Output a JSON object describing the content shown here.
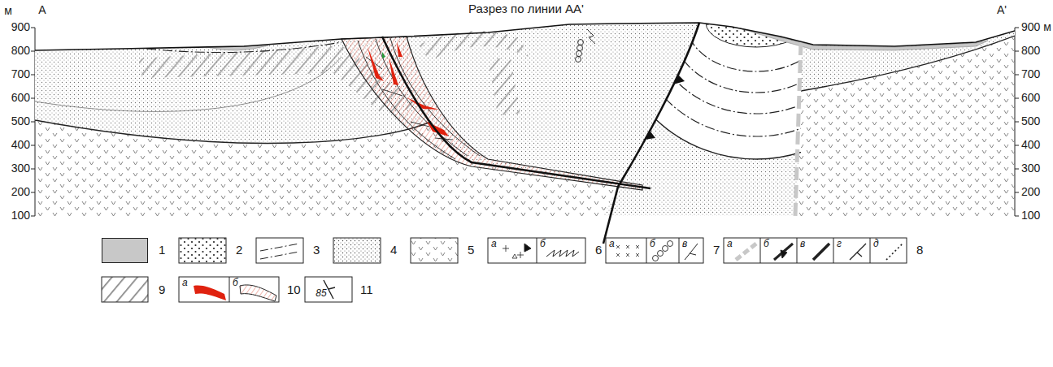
{
  "diagram": {
    "title": "Разрез по линии АА'",
    "labels": [
      "А",
      "А'",
      "м",
      "900",
      "800",
      "700",
      "600",
      "500",
      "400",
      "300",
      "200",
      "100",
      "900 м",
      "800",
      "700",
      "600",
      "500",
      "400",
      "300",
      "200",
      "100",
      "а",
      "б",
      "а",
      "б",
      "в",
      "а",
      "б",
      "в",
      "г",
      "д",
      "а",
      "б",
      "85"
    ],
    "legend": [
      {
        "text": "1",
        "color": "#c8c8c8"
      },
      {
        "text": "2"
      },
      {
        "text": "3"
      },
      {
        "text": "4"
      },
      {
        "text": "5"
      },
      {
        "text": "6"
      },
      {
        "text": "7"
      },
      {
        "text": "8"
      },
      {
        "text": "9"
      },
      {
        "text": "10"
      },
      {
        "text": "11"
      }
    ]
  }
}
